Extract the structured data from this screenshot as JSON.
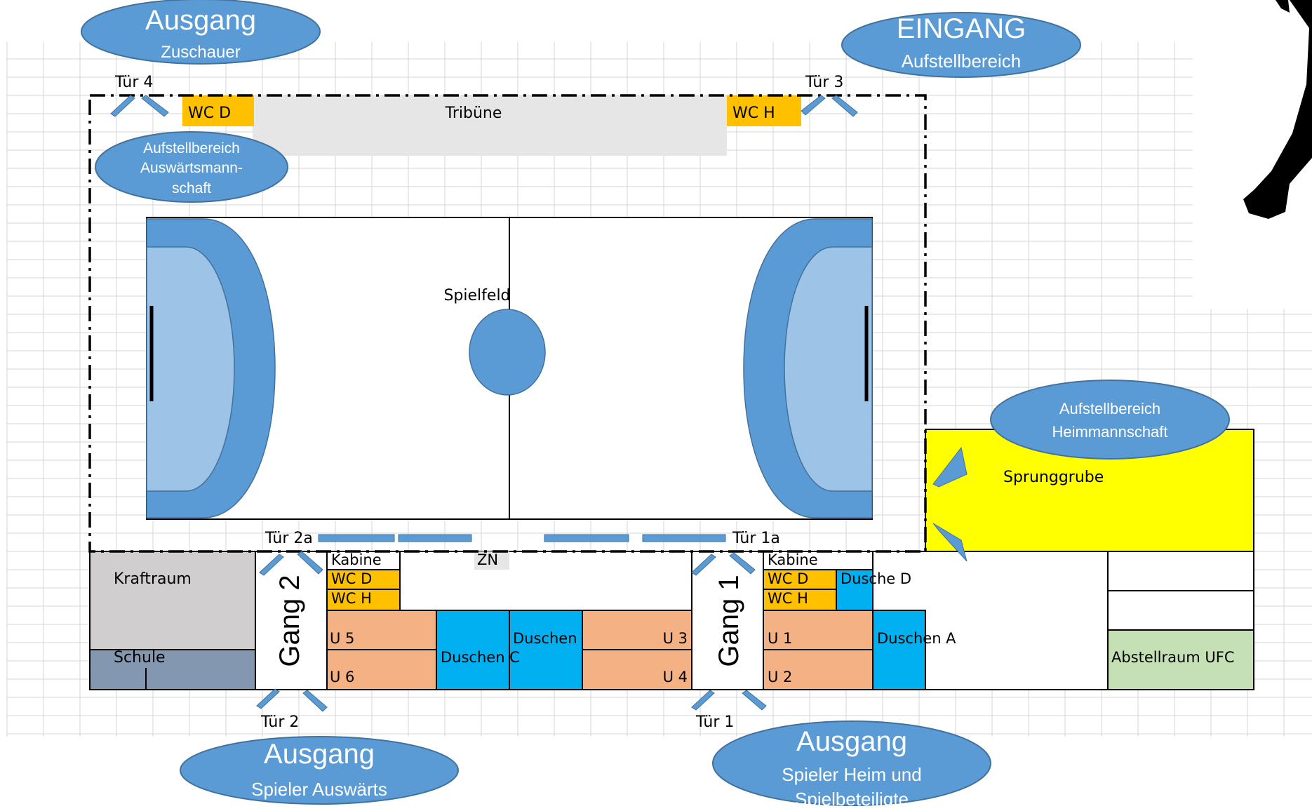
{
  "colors": {
    "grid": "#d4d4d4",
    "bubble_fill": "#5b9bd5",
    "bubble_stroke": "#41719c",
    "wc": "#ffc000",
    "tribune": "#e6e6e6",
    "goal_area_dark": "#5b9bd5",
    "goal_area_light": "#9dc3e6",
    "showers": "#00b0f0",
    "changing_rooms": "#f4b183",
    "kraftraum": "#d0cece",
    "schule": "#8497b0",
    "abstellraum": "#c5e0b4",
    "sprunggrube": "#ffff00"
  },
  "bubbles": {
    "exit_spectators": {
      "title": "Ausgang",
      "subtitle": "Zuschauer"
    },
    "entrance": {
      "title": "EINGANG",
      "subtitle": "Aufstellbereich"
    },
    "away_team_area": {
      "line1": "Aufstellbereich",
      "line2": "Auswärtsmann-",
      "line3": "schaft"
    },
    "home_team_area": {
      "line1": "Aufstellbereich",
      "line2": "Heimmannschaft"
    },
    "exit_away_players": {
      "title": "Ausgang",
      "subtitle": "Spieler Auswärts"
    },
    "exit_home_players": {
      "title": "Ausgang",
      "line1": "Spieler Heim und",
      "line2": "Spielbeteiligte"
    }
  },
  "doors": {
    "tuer4": "Tür 4",
    "tuer3": "Tür 3",
    "tuer2a": "Tür 2a",
    "tuer1a": "Tür 1a",
    "tuer2": "Tür 2",
    "tuer1": "Tür 1"
  },
  "rooms": {
    "wc_d_top": "WC D",
    "wc_h_top": "WC H",
    "tribune": "Tribüne",
    "spielfeld": "Spielfeld",
    "zn": "ZN",
    "kabine_left": "Kabine",
    "kabine_right": "Kabine",
    "wc_d_left": "WC D",
    "wc_h_left": "WC H",
    "wc_d_right": "WC D",
    "wc_h_right": "WC H",
    "dusche_d": "Dusche D",
    "kraftraum": "Kraftraum",
    "schule": "Schule",
    "gang2": "Gang 2",
    "gang1": "Gang 1",
    "u5": "U 5",
    "u6": "U 6",
    "u3": "U 3",
    "u4": "U 4",
    "u1": "U 1",
    "u2": "U 2",
    "duschen_c": "Duschen C",
    "duschen_b": "Duschen B",
    "duschen_a": "Duschen A",
    "sprunggrube": "Sprunggrube",
    "abstellraum": "Abstellraum UFC"
  }
}
